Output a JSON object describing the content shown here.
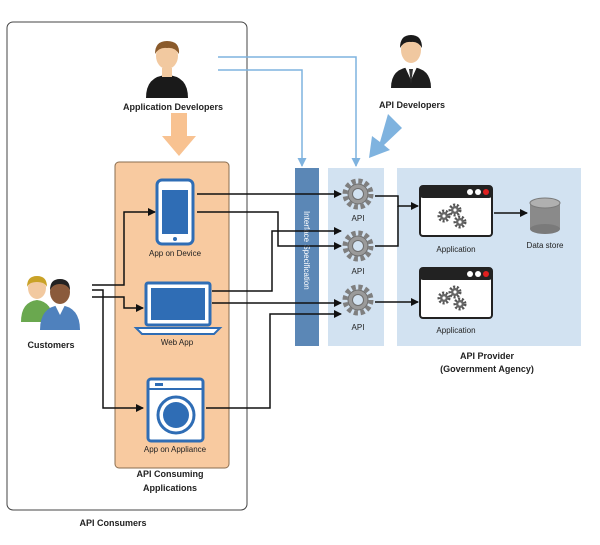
{
  "labels": {
    "app_developers": "Application Developers",
    "api_developers": "API Developers",
    "customers": "Customers",
    "app_on_device": "App on Device",
    "web_app": "Web App",
    "app_on_appliance": "App on Appliance",
    "api_consuming_line1": "API Consuming",
    "api_consuming_line2": "Applications",
    "api_consumers": "API Consumers",
    "interface_spec": "Interface Specification",
    "api_1": "API",
    "api_2": "API",
    "api_3": "API",
    "application_1": "Application",
    "application_2": "Application",
    "data_store": "Data store",
    "api_provider_line1": "API Provider",
    "api_provider_line2": "(Government Agency)"
  },
  "colors": {
    "consuming_box": "#f8caa0",
    "provider_bg": "#d2e2f1",
    "interface_bar": "#5b87b6",
    "blue_arrow": "#7fb3df",
    "orange_arrow": "#f8c291",
    "gear": "#7f7f7f",
    "device_blue": "#2f6db5"
  },
  "icons": {
    "app_developers": "person-icon",
    "api_developers": "businessman-icon",
    "customers": "people-group-icon",
    "api_gear": "gear-icon",
    "application": "application-window-icon",
    "data_store": "database-icon",
    "device": "smartphone-icon",
    "web_app": "laptop-icon",
    "appliance": "washing-machine-icon"
  }
}
